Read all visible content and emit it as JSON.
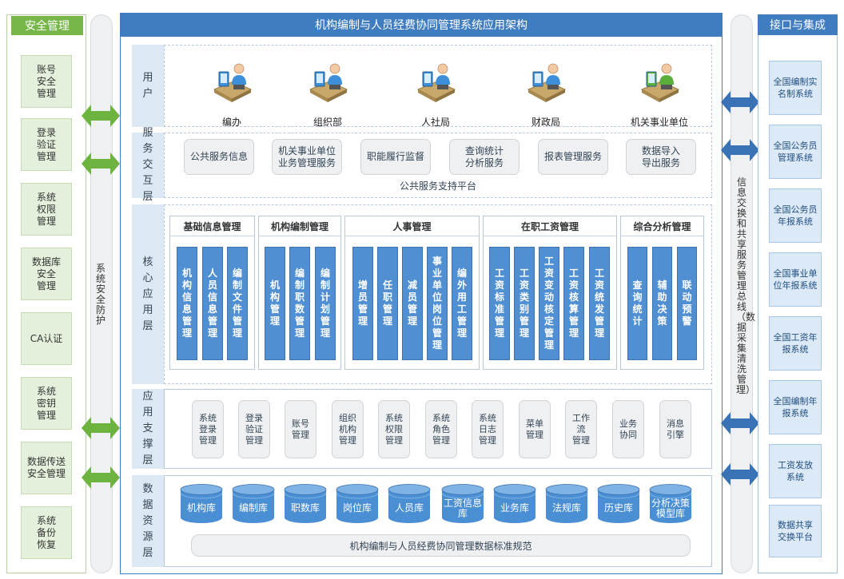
{
  "title": "机构编制与人员经费协同管理系统应用架构",
  "left_panel": {
    "title": "安全管理",
    "items": [
      "账号\n安全\n管理",
      "登录\n验证\n管理",
      "系统\n权限\n管理",
      "数据库\n安全\n管理",
      "CA认证",
      "系统\n密钥\n管理",
      "数据传送\n安全管理",
      "系统\n备份\n恢复"
    ]
  },
  "left_bus": "系统安全防护",
  "right_bus": "信息交换和共享服务管理总线（数据采集清洗管理）",
  "right_panel": {
    "title": "接口与集成",
    "items": [
      "全国编制实\n名制系统",
      "全国公务员\n管理系统",
      "全国公务员\n年报系统",
      "全国事业单\n位年报系统",
      "全国工资年\n报系统",
      "全国编制年\n报系统",
      "工资发放\n系统",
      "数据共享\n交换平台"
    ]
  },
  "layers": {
    "user": {
      "label": "用户",
      "users": [
        {
          "name": "编办",
          "accent": "#3c8fd8"
        },
        {
          "name": "组织部",
          "accent": "#3c8fd8"
        },
        {
          "name": "人社局",
          "accent": "#3c8fd8"
        },
        {
          "name": "财政局",
          "accent": "#3c8fd8"
        },
        {
          "name": "机关事业单位",
          "accent": "#5aae3c"
        }
      ]
    },
    "service": {
      "label": "服务交互层",
      "buttons": [
        "公共服务信息",
        "机关事业单位\n业务管理服务",
        "职能履行监督",
        "查询统计\n分析服务",
        "报表管理服务",
        "数据导入\n导出服务"
      ],
      "platform": "公共服务支持平台"
    },
    "core": {
      "label": "核心应用层",
      "groups": [
        {
          "title": "基础信息管理",
          "modules": [
            "机构信息管理",
            "人员信息管理",
            "编制文件管理"
          ]
        },
        {
          "title": "机构编制管理",
          "modules": [
            "机构管理",
            "编制职数管理",
            "编制计划管理"
          ]
        },
        {
          "title": "人事管理",
          "modules": [
            "增员管理",
            "任职管理",
            "减员管理",
            "事业单位岗位管理",
            "编外用工管理"
          ]
        },
        {
          "title": "在职工资管理",
          "modules": [
            "工资标准管理",
            "工资类别管理",
            "工资变动核定管理",
            "工资核算管理",
            "工资统发管理"
          ]
        },
        {
          "title": "综合分析管理",
          "modules": [
            "查询统计",
            "辅助决策",
            "联动预警"
          ]
        }
      ]
    },
    "support": {
      "label": "应用支撑层",
      "buttons": [
        "系统\n登录\n管理",
        "登录\n验证\n管理",
        "账号\n管理",
        "组织\n机构\n管理",
        "系统\n权限\n管理",
        "系统\n角色\n管理",
        "系统\n日志\n管理",
        "菜单\n管理",
        "工作\n流\n管理",
        "业务\n协同",
        "消息\n引擎"
      ]
    },
    "data": {
      "label": "数据资源层",
      "dbs": [
        "机构库",
        "编制库",
        "职数库",
        "岗位库",
        "人员库",
        "工资信息\n库",
        "业务库",
        "法规库",
        "历史库",
        "分析决策\n模型库"
      ],
      "standard": "机构编制与人员经费协同管理数据标准规范"
    }
  },
  "colors": {
    "green": "#77b74a",
    "blue": "#3f7cc0",
    "module_blue": "#4f8fd2",
    "db_blue": "#4a8fd3",
    "arrow_green": "#6cb33f",
    "arrow_blue": "#3a73b5"
  }
}
